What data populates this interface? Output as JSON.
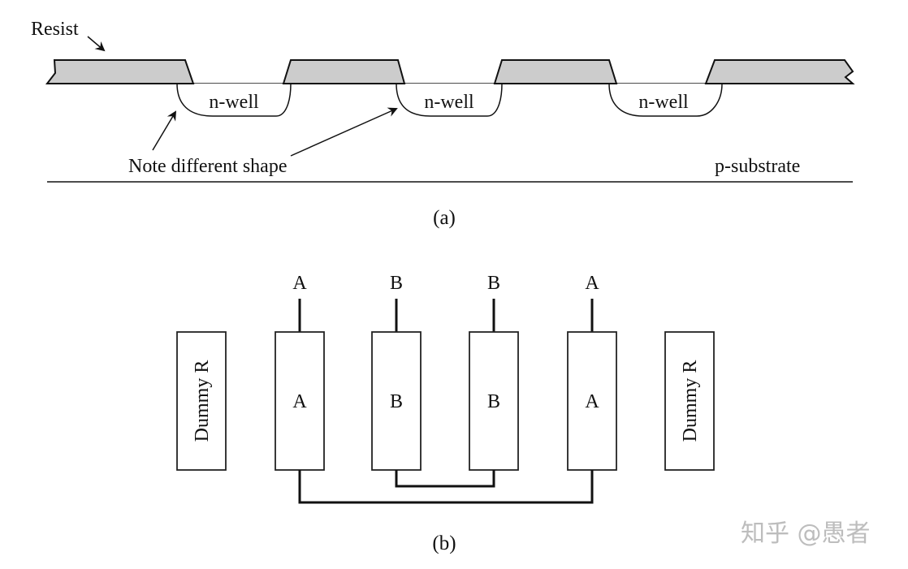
{
  "part_a": {
    "resist_label": "Resist",
    "wells": [
      {
        "label": "n-well"
      },
      {
        "label": "n-well"
      },
      {
        "label": "n-well"
      }
    ],
    "note_label": "Note different shape",
    "substrate_label": "p-substrate",
    "caption": "(a)"
  },
  "part_b": {
    "resistors": [
      {
        "name": "dummy-left",
        "label": "Dummy R",
        "terminal": ""
      },
      {
        "name": "resistor-a-left",
        "label": "A",
        "terminal": "A"
      },
      {
        "name": "resistor-b-left",
        "label": "B",
        "terminal": "B"
      },
      {
        "name": "resistor-b-right",
        "label": "B",
        "terminal": "B"
      },
      {
        "name": "resistor-a-right",
        "label": "A",
        "terminal": "A"
      },
      {
        "name": "dummy-right",
        "label": "Dummy R",
        "terminal": ""
      }
    ],
    "caption": "(b)"
  },
  "watermark": "知乎 @愚者",
  "colors": {
    "resist_fill": "#cccccc",
    "line": "#111111",
    "watermark": "#bdbdbd"
  }
}
